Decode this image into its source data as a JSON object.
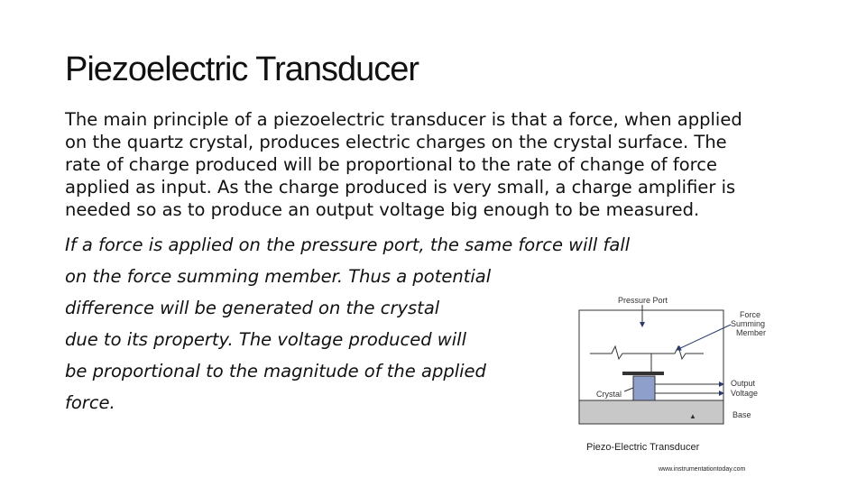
{
  "title": "Piezoelectric Transducer",
  "paragraph_lines": [
    "The main principle of a piezoelectric transducer is that a force, when applied",
    "on the quartz crystal, produces electric charges on the crystal surface. The",
    "rate of charge produced will be proportional to the rate of change of force",
    "applied as input. As the charge produced is very small, a charge amplifier is",
    "needed so as to produce an output voltage big enough to be measured."
  ],
  "italic_lines": [
    "If a force is applied on the pressure port, the same force will fall",
    "on the force summing member. Thus a potential",
    "difference will be generated on the crystal",
    "due to its property. The voltage produced will",
    "be proportional to the magnitude of the applied",
    " force."
  ],
  "diagram": {
    "pressure_port": "Pressure Port",
    "force_line1": "Force",
    "force_line2": "Summing",
    "force_line3": "Member",
    "output_line1": "Output",
    "output_line2": "Voltage",
    "crystal": "Crystal",
    "base": "Base",
    "caption": "Piezo-Electric Transducer",
    "url": "www.instrumentationtoday.com"
  }
}
